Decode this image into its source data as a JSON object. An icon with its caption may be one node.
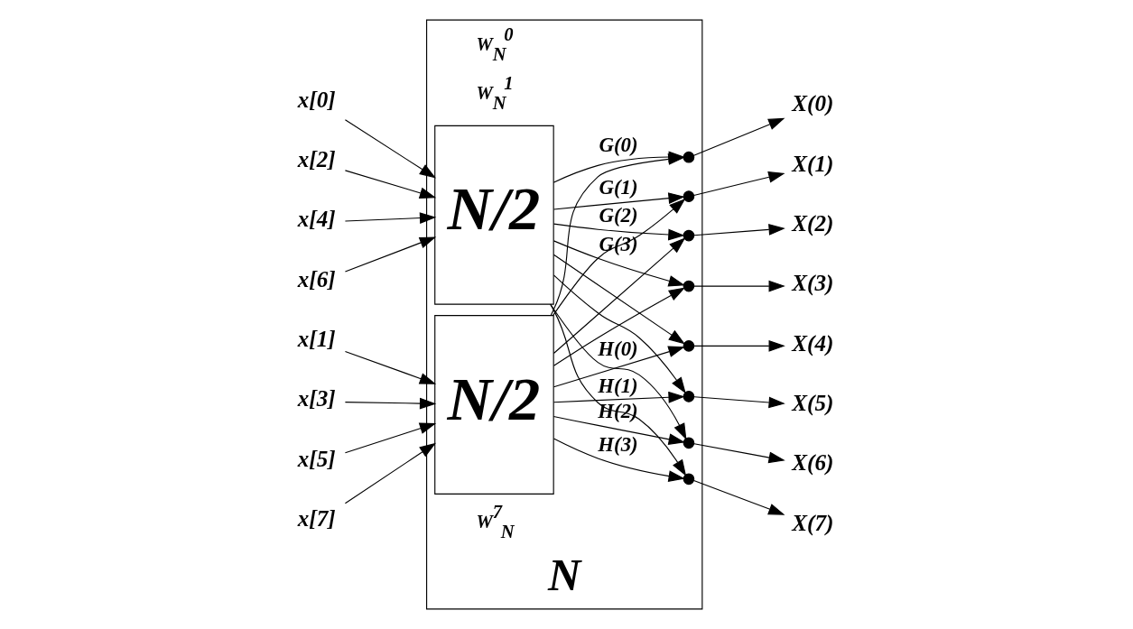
{
  "diagram": {
    "nodes": [
      {
        "text": [
          "N"
        ]
      },
      {
        "text": [
          "N/2"
        ],
        "in": 0
      },
      {
        "text": [
          "N/2"
        ],
        "in": 0
      },
      {
        "text": [
          "x[0]"
        ]
      },
      {
        "text": [
          "x[2]"
        ]
      },
      {
        "text": [
          "x[4]"
        ]
      },
      {
        "text": [
          "x[6]"
        ]
      },
      {
        "text": [
          "x[1]"
        ]
      },
      {
        "text": [
          "x[3]"
        ]
      },
      {
        "text": [
          "x[5]"
        ]
      },
      {
        "text": [
          "x[7]"
        ]
      },
      {
        "text": [],
        "shape": "circle",
        "in": 0
      },
      {
        "text": [],
        "shape": "circle",
        "in": 0
      },
      {
        "text": [],
        "shape": "circle",
        "in": 0
      },
      {
        "text": [],
        "shape": "circle",
        "in": 0
      },
      {
        "text": [],
        "shape": "circle",
        "in": 0
      },
      {
        "text": [],
        "shape": "circle",
        "in": 0
      },
      {
        "text": [],
        "shape": "circle",
        "in": 0
      },
      {
        "text": [],
        "shape": "circle",
        "in": 0
      },
      {
        "text": [
          "X(0)"
        ]
      },
      {
        "text": [
          "X(1)"
        ]
      },
      {
        "text": [
          "X(2)"
        ]
      },
      {
        "text": [
          "X(3)"
        ]
      },
      {
        "text": [
          "X(4)"
        ]
      },
      {
        "text": [
          "X(5)"
        ]
      },
      {
        "text": [
          "X(6)"
        ]
      },
      {
        "text": [
          "X(7)"
        ]
      }
    ],
    "edges": [
      {
        "from": 3,
        "to": 1,
        "arrow": "to"
      },
      {
        "from": 4,
        "to": 1,
        "arrow": "to"
      },
      {
        "from": 5,
        "to": 1,
        "arrow": "to"
      },
      {
        "from": 6,
        "to": 1,
        "arrow": "to"
      },
      {
        "from": 7,
        "to": 2,
        "arrow": "to"
      },
      {
        "from": 8,
        "to": 2,
        "arrow": "to"
      },
      {
        "from": 9,
        "to": 2,
        "arrow": "to"
      },
      {
        "from": 10,
        "to": 2,
        "arrow": "to"
      },
      {
        "from": 1,
        "to": 11,
        "arrow": "to",
        "label": "G(0)"
      },
      {
        "from": 1,
        "to": 12,
        "arrow": "to",
        "label": "G(1)"
      },
      {
        "from": 1,
        "to": 13,
        "arrow": "to",
        "label": "G(2)"
      },
      {
        "from": 1,
        "to": 14,
        "arrow": "to",
        "label": "G(3)"
      },
      {
        "from": 1,
        "to": 15,
        "arrow": "to"
      },
      {
        "from": 1,
        "to": 16,
        "arrow": "to"
      },
      {
        "from": 1,
        "to": 17,
        "arrow": "to"
      },
      {
        "from": 1,
        "to": 18,
        "arrow": "to"
      },
      {
        "from": 2,
        "to": 15,
        "arrow": "to",
        "label": "H(0)"
      },
      {
        "from": 2,
        "to": 16,
        "arrow": "to",
        "label": "H(1)"
      },
      {
        "from": 2,
        "to": 17,
        "arrow": "to",
        "label": "H(2)"
      },
      {
        "from": 2,
        "to": 18,
        "arrow": "to",
        "label": "H(3)"
      },
      {
        "from": 2,
        "to": 11,
        "arrow": "to"
      },
      {
        "from": 2,
        "to": 12,
        "arrow": "to"
      },
      {
        "from": 2,
        "to": 13,
        "arrow": "to"
      },
      {
        "from": 2,
        "to": 14,
        "arrow": "to"
      },
      {
        "from": 11,
        "to": 19,
        "arrow": "to"
      },
      {
        "from": 12,
        "to": 20,
        "arrow": "to"
      },
      {
        "from": 13,
        "to": 21,
        "arrow": "to"
      },
      {
        "from": 14,
        "to": 22,
        "arrow": "to"
      },
      {
        "from": 15,
        "to": 23,
        "arrow": "to"
      },
      {
        "from": 16,
        "to": 24,
        "arrow": "to"
      },
      {
        "from": 17,
        "to": 25,
        "arrow": "to"
      },
      {
        "from": 18,
        "to": 26,
        "arrow": "to"
      }
    ],
    "labels": [
      "W$_{N}$$^{0}$",
      "W$_{N}$$^{1}$",
      "W$^{7}$$_{N}$"
    ]
  }
}
